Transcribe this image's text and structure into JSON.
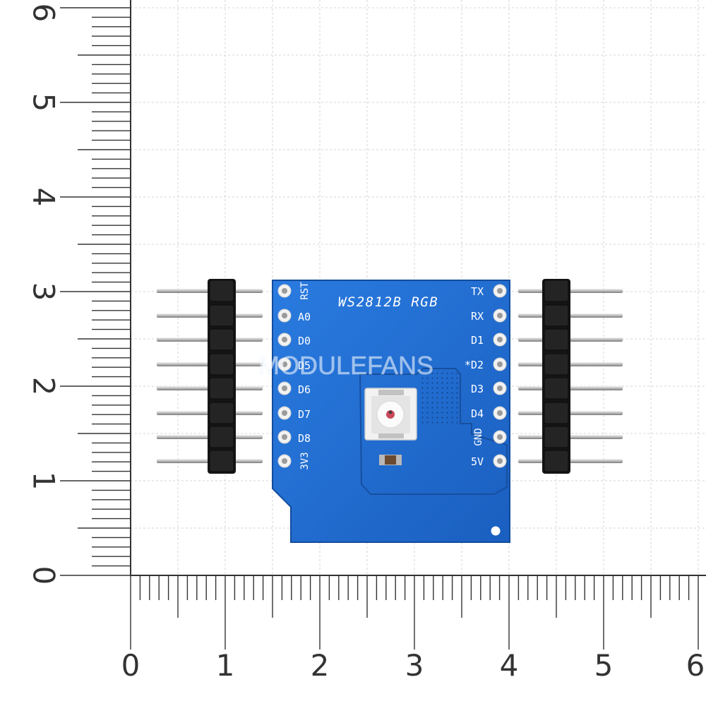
{
  "ruler": {
    "vertical_labels": [
      "6",
      "5",
      "4",
      "3",
      "2",
      "1",
      "0"
    ],
    "horizontal_labels": [
      "0",
      "1",
      "2",
      "3",
      "4",
      "5",
      "6"
    ]
  },
  "board": {
    "title": "WS2812B RGB",
    "watermark": "MODULEFANS",
    "left_pins": [
      "RST",
      "A0",
      "D0",
      "D5",
      "D6",
      "D7",
      "D8",
      "3V3"
    ],
    "right_pins": [
      "TX",
      "RX",
      "D1",
      "*D2",
      "D3",
      "D4",
      "GND",
      "5V"
    ],
    "pcb_color": "#1f6fd1",
    "header_color": "#151515"
  }
}
